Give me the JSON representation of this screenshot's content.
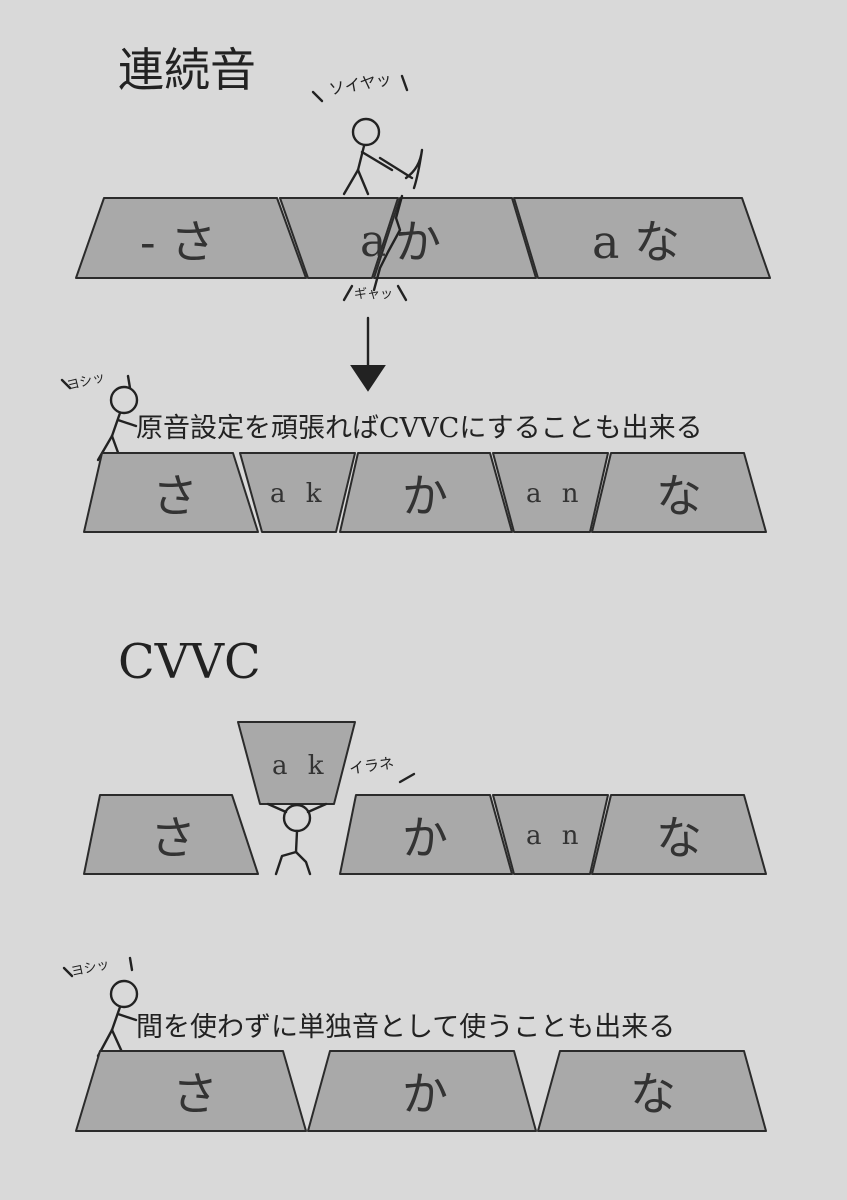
{
  "section_renzoku": {
    "heading": "連続音",
    "sfx_top": "ソイヤッ",
    "sfx_crack": "ギャッ",
    "row1": {
      "tile1": "- さ",
      "tile2_a": "a",
      "tile2_b": "か",
      "tile3": "a な"
    },
    "caption": "原音設定を頑張ればCVVCにすることも出来る",
    "sfx_ok": "ヨシッ",
    "row2": [
      "さ",
      "a k",
      "か",
      "a n",
      "な"
    ]
  },
  "section_cvvc": {
    "heading": "CVVC",
    "lifted": "a k",
    "sfx_lift": "イラネ",
    "row": [
      "さ",
      "か",
      "a n",
      "な"
    ],
    "sfx_ok": "ヨシッ",
    "caption": "間を使わずに単独音として使うことも出来る",
    "row_single": [
      "さ",
      "か",
      "な"
    ]
  },
  "colors": {
    "background": "#d9d9d9",
    "tile": "#a9a9a9",
    "ink": "#222222"
  }
}
